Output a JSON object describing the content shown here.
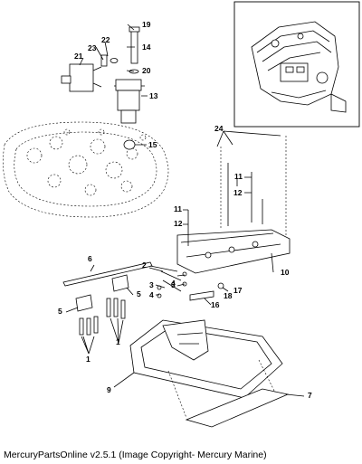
{
  "callouts": {
    "c1a": "1",
    "c1b": "1",
    "c2": "2",
    "c3a": "3",
    "c3b": "3",
    "c4a": "4",
    "c4b": "4",
    "c5a": "5",
    "c5b": "5",
    "c6": "6",
    "c7": "7",
    "c9": "9",
    "c10": "10",
    "c11a": "11",
    "c11b": "11",
    "c12a": "12",
    "c12b": "12",
    "c13": "13",
    "c14": "14",
    "c15": "15",
    "c16": "16",
    "c17": "17",
    "c18": "18",
    "c19": "19",
    "c20": "20",
    "c21": "21",
    "c22": "22",
    "c23": "23",
    "c24": "24"
  },
  "footer": "MercuryPartsOnline v2.5.1 (Image Copyright- Mercury Marine)"
}
